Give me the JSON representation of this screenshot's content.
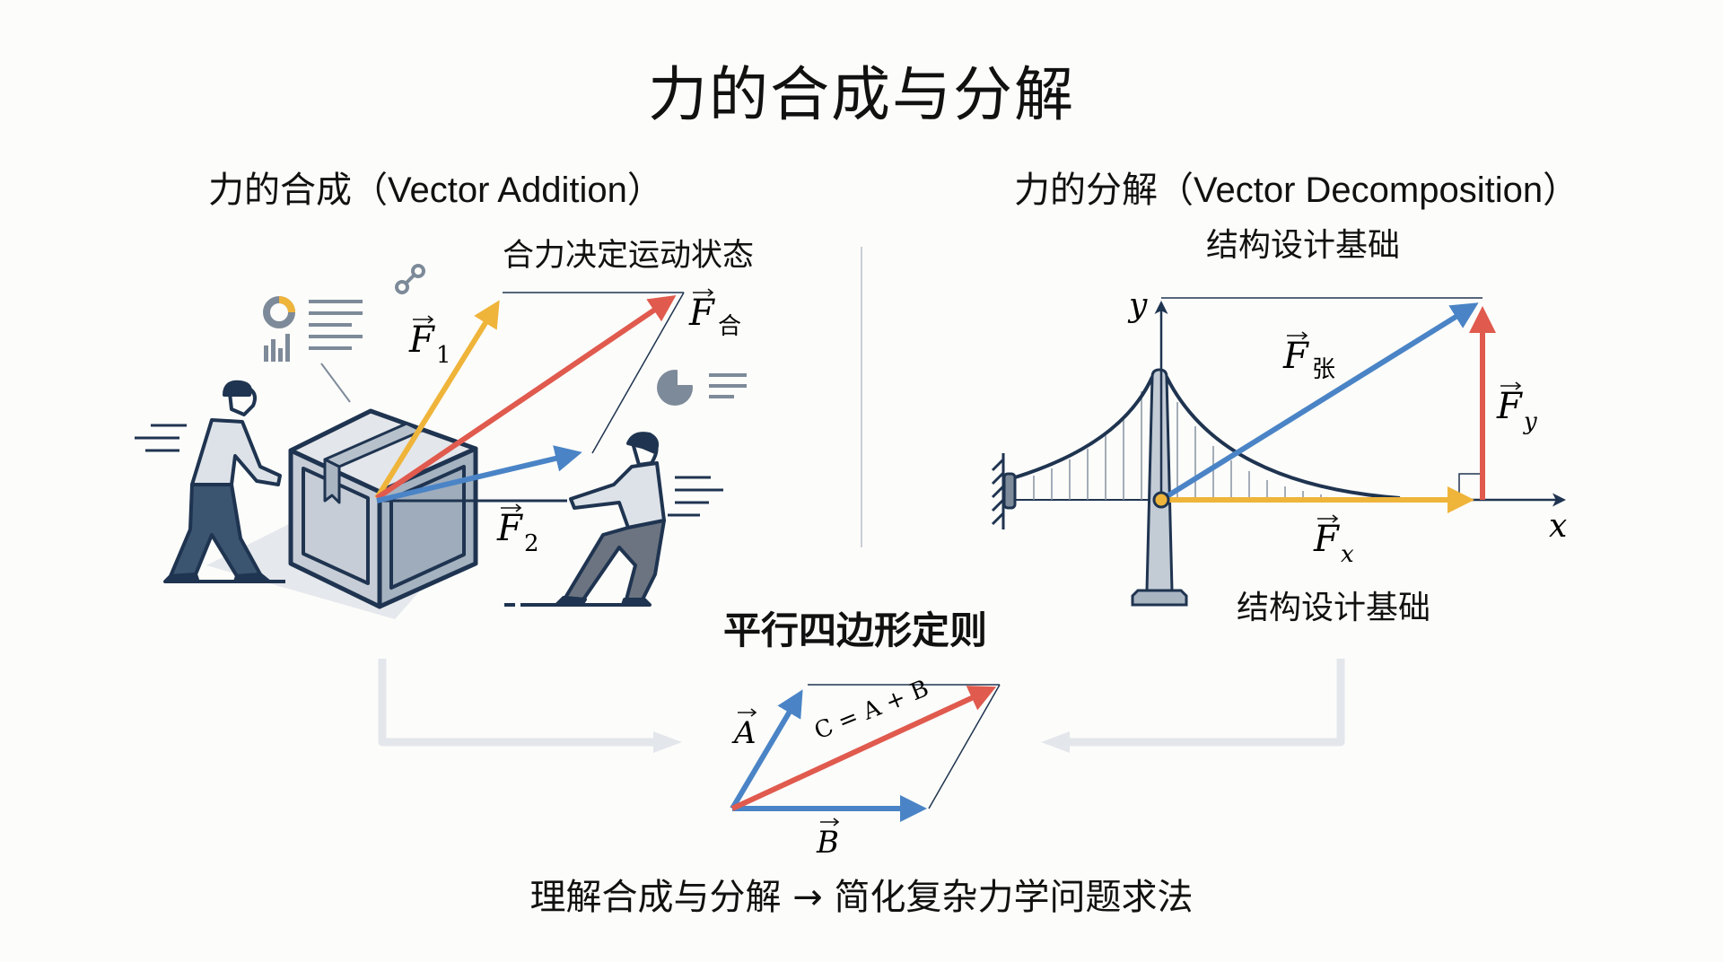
{
  "title": "力的合成与分解",
  "left_panel": {
    "heading": "力的合成（Vector Addition）",
    "subtitle": "合力决定运动状态",
    "labels": {
      "f1": "F",
      "f1_sub": "1",
      "f2": "F",
      "f2_sub": "2",
      "fr": "F",
      "fr_sub": "合"
    }
  },
  "right_panel": {
    "heading": "力的分解（Vector Decomposition）",
    "subtitle_top": "结构设计基础",
    "subtitle_bottom": "结构设计基础",
    "axes": {
      "x": "x",
      "y": "y"
    },
    "labels": {
      "ft": "F",
      "ft_sub": "张",
      "fx": "F",
      "fx_sub": "x",
      "fy": "F",
      "fy_sub": "y"
    }
  },
  "center_panel": {
    "heading": "平行四边形定则",
    "labels": {
      "a": "A",
      "b": "B",
      "equation": "C = A + B"
    }
  },
  "bottom_text": "理解合成与分解 → 简化复杂力学问题求法",
  "colors": {
    "resultant": "#e05a4e",
    "f1": "#efb43a",
    "f2": "#4a84c6",
    "ink": "#1f3450",
    "box_light": "#d7dde4",
    "box_mid": "#aeb9c6",
    "box_dark": "#97a6b6",
    "flow_arrow": "#e3e7ec",
    "gray_icon": "#7d8a99"
  }
}
